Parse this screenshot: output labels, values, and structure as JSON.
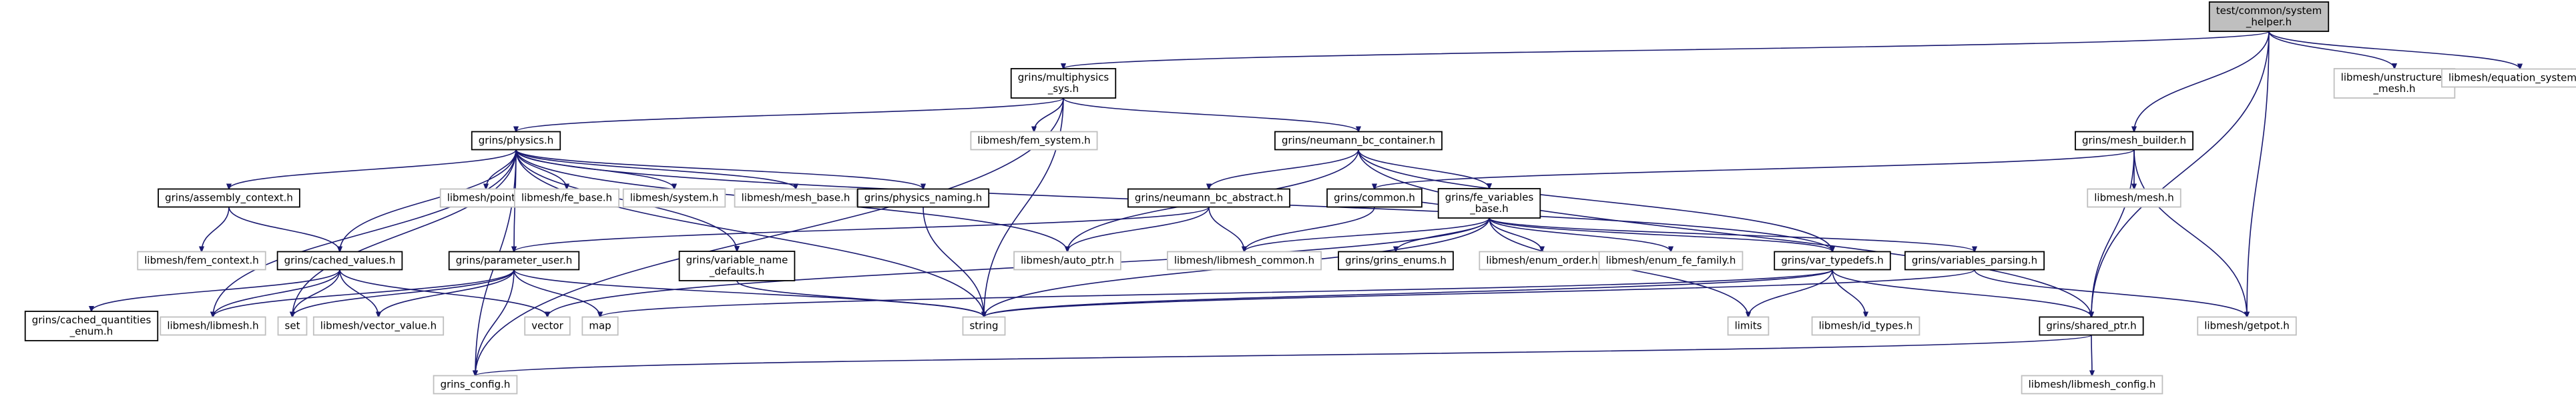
{
  "colors": {
    "background": "#ffffff",
    "root_fill": "#bfbfbf",
    "root_stroke": "#000000",
    "local_stroke": "#000000",
    "external_stroke": "#bfbfbf",
    "edge": "#191970",
    "text_local": "#000000",
    "text_external": "#404040"
  },
  "nodes": [
    {
      "id": "root",
      "kind": "root",
      "lines": [
        "test/common/system",
        "_helper.h"
      ]
    },
    {
      "id": "multiphysics",
      "kind": "local",
      "lines": [
        "grins/multiphysics",
        "_sys.h"
      ]
    },
    {
      "id": "unstructured_mesh",
      "kind": "external",
      "lines": [
        "libmesh/unstructured",
        "_mesh.h"
      ]
    },
    {
      "id": "equation_systems",
      "kind": "external",
      "lines": [
        "libmesh/equation_systems.h"
      ]
    },
    {
      "id": "physics",
      "kind": "local",
      "lines": [
        "grins/physics.h"
      ]
    },
    {
      "id": "fem_system",
      "kind": "external",
      "lines": [
        "libmesh/fem_system.h"
      ]
    },
    {
      "id": "neumann_bc_container",
      "kind": "local",
      "lines": [
        "grins/neumann_bc_container.h"
      ]
    },
    {
      "id": "mesh_builder",
      "kind": "local",
      "lines": [
        "grins/mesh_builder.h"
      ]
    },
    {
      "id": "assembly_context",
      "kind": "local",
      "lines": [
        "grins/assembly_context.h"
      ]
    },
    {
      "id": "point",
      "kind": "external",
      "lines": [
        "libmesh/point.h"
      ]
    },
    {
      "id": "fe_base",
      "kind": "external",
      "lines": [
        "libmesh/fe_base.h"
      ]
    },
    {
      "id": "system",
      "kind": "external",
      "lines": [
        "libmesh/system.h"
      ]
    },
    {
      "id": "mesh_base",
      "kind": "external",
      "lines": [
        "libmesh/mesh_base.h"
      ]
    },
    {
      "id": "physics_naming",
      "kind": "local",
      "lines": [
        "grins/physics_naming.h"
      ]
    },
    {
      "id": "neumann_bc_abstract",
      "kind": "local",
      "lines": [
        "grins/neumann_bc_abstract.h"
      ]
    },
    {
      "id": "common",
      "kind": "local",
      "lines": [
        "grins/common.h"
      ]
    },
    {
      "id": "fe_variables_base",
      "kind": "local",
      "lines": [
        "grins/fe_variables",
        "_base.h"
      ]
    },
    {
      "id": "mesh",
      "kind": "external",
      "lines": [
        "libmesh/mesh.h"
      ]
    },
    {
      "id": "fem_context",
      "kind": "external",
      "lines": [
        "libmesh/fem_context.h"
      ]
    },
    {
      "id": "cached_values",
      "kind": "local",
      "lines": [
        "grins/cached_values.h"
      ]
    },
    {
      "id": "parameter_user",
      "kind": "local",
      "lines": [
        "grins/parameter_user.h"
      ]
    },
    {
      "id": "variable_name_defaults",
      "kind": "local",
      "lines": [
        "grins/variable_name",
        "_defaults.h"
      ]
    },
    {
      "id": "auto_ptr",
      "kind": "external",
      "lines": [
        "libmesh/auto_ptr.h"
      ]
    },
    {
      "id": "libmesh_common",
      "kind": "external",
      "lines": [
        "libmesh/libmesh_common.h"
      ]
    },
    {
      "id": "grins_enums",
      "kind": "local",
      "lines": [
        "grins/grins_enums.h"
      ]
    },
    {
      "id": "enum_order",
      "kind": "external",
      "lines": [
        "libmesh/enum_order.h"
      ]
    },
    {
      "id": "enum_fe_family",
      "kind": "external",
      "lines": [
        "libmesh/enum_fe_family.h"
      ]
    },
    {
      "id": "var_typedefs",
      "kind": "local",
      "lines": [
        "grins/var_typedefs.h"
      ]
    },
    {
      "id": "variables_parsing",
      "kind": "local",
      "lines": [
        "grins/variables_parsing.h"
      ]
    },
    {
      "id": "cached_quantities_enum",
      "kind": "local",
      "lines": [
        "grins/cached_quantities",
        "_enum.h"
      ]
    },
    {
      "id": "libmesh_h",
      "kind": "external",
      "lines": [
        "libmesh/libmesh.h"
      ]
    },
    {
      "id": "set",
      "kind": "external",
      "lines": [
        "set"
      ]
    },
    {
      "id": "vector_value",
      "kind": "external",
      "lines": [
        "libmesh/vector_value.h"
      ]
    },
    {
      "id": "vector",
      "kind": "external",
      "lines": [
        "vector"
      ]
    },
    {
      "id": "map",
      "kind": "external",
      "lines": [
        "map"
      ]
    },
    {
      "id": "string",
      "kind": "external",
      "lines": [
        "string"
      ]
    },
    {
      "id": "limits",
      "kind": "external",
      "lines": [
        "limits"
      ]
    },
    {
      "id": "id_types",
      "kind": "external",
      "lines": [
        "libmesh/id_types.h"
      ]
    },
    {
      "id": "shared_ptr",
      "kind": "local",
      "lines": [
        "grins/shared_ptr.h"
      ]
    },
    {
      "id": "getpot",
      "kind": "external",
      "lines": [
        "libmesh/getpot.h"
      ]
    },
    {
      "id": "grins_config",
      "kind": "external",
      "lines": [
        "grins_config.h"
      ]
    },
    {
      "id": "libmesh_config",
      "kind": "external",
      "lines": [
        "libmesh/libmesh_config.h"
      ]
    }
  ],
  "edges": [
    [
      "root",
      "multiphysics"
    ],
    [
      "root",
      "unstructured_mesh"
    ],
    [
      "root",
      "equation_systems"
    ],
    [
      "root",
      "mesh_builder"
    ],
    [
      "root",
      "shared_ptr"
    ],
    [
      "root",
      "getpot"
    ],
    [
      "multiphysics",
      "physics"
    ],
    [
      "multiphysics",
      "fem_system"
    ],
    [
      "multiphysics",
      "neumann_bc_container"
    ],
    [
      "multiphysics",
      "grins_config"
    ],
    [
      "multiphysics",
      "string"
    ],
    [
      "physics",
      "assembly_context"
    ],
    [
      "physics",
      "point"
    ],
    [
      "physics",
      "fe_base"
    ],
    [
      "physics",
      "system"
    ],
    [
      "physics",
      "mesh_base"
    ],
    [
      "physics",
      "physics_naming"
    ],
    [
      "physics",
      "cached_values"
    ],
    [
      "physics",
      "parameter_user"
    ],
    [
      "physics",
      "variable_name_defaults"
    ],
    [
      "physics",
      "auto_ptr"
    ],
    [
      "physics",
      "var_typedefs"
    ],
    [
      "physics",
      "libmesh_h"
    ],
    [
      "physics",
      "set"
    ],
    [
      "physics",
      "string"
    ],
    [
      "physics",
      "grins_config"
    ],
    [
      "assembly_context",
      "fem_context"
    ],
    [
      "assembly_context",
      "cached_values"
    ],
    [
      "cached_values",
      "cached_quantities_enum"
    ],
    [
      "cached_values",
      "libmesh_h"
    ],
    [
      "cached_values",
      "set"
    ],
    [
      "cached_values",
      "vector_value"
    ],
    [
      "cached_values",
      "vector"
    ],
    [
      "physics_naming",
      "string"
    ],
    [
      "neumann_bc_container",
      "neumann_bc_abstract"
    ],
    [
      "neumann_bc_container",
      "fe_variables_base"
    ],
    [
      "neumann_bc_container",
      "auto_ptr"
    ],
    [
      "neumann_bc_container",
      "var_typedefs"
    ],
    [
      "neumann_bc_container",
      "shared_ptr"
    ],
    [
      "neumann_bc_abstract",
      "parameter_user"
    ],
    [
      "neumann_bc_abstract",
      "auto_ptr"
    ],
    [
      "neumann_bc_abstract",
      "libmesh_common"
    ],
    [
      "parameter_user",
      "libmesh_h"
    ],
    [
      "parameter_user",
      "set"
    ],
    [
      "parameter_user",
      "vector_value"
    ],
    [
      "parameter_user",
      "map"
    ],
    [
      "parameter_user",
      "string"
    ],
    [
      "parameter_user",
      "grins_config"
    ],
    [
      "variable_name_defaults",
      "string"
    ],
    [
      "common",
      "libmesh_common"
    ],
    [
      "fe_variables_base",
      "common"
    ],
    [
      "fe_variables_base",
      "grins_enums"
    ],
    [
      "fe_variables_base",
      "enum_order"
    ],
    [
      "fe_variables_base",
      "enum_fe_family"
    ],
    [
      "fe_variables_base",
      "var_typedefs"
    ],
    [
      "fe_variables_base",
      "variables_parsing"
    ],
    [
      "fe_variables_base",
      "libmesh_common"
    ],
    [
      "fe_variables_base",
      "vector"
    ],
    [
      "fe_variables_base",
      "string"
    ],
    [
      "fe_variables_base",
      "limits"
    ],
    [
      "var_typedefs",
      "id_types"
    ],
    [
      "var_typedefs",
      "limits"
    ],
    [
      "var_typedefs",
      "map"
    ],
    [
      "var_typedefs",
      "string"
    ],
    [
      "var_typedefs",
      "shared_ptr"
    ],
    [
      "variables_parsing",
      "string"
    ],
    [
      "variables_parsing",
      "getpot"
    ],
    [
      "mesh_builder",
      "common"
    ],
    [
      "mesh_builder",
      "mesh"
    ],
    [
      "mesh_builder",
      "getpot"
    ],
    [
      "mesh_builder",
      "shared_ptr"
    ],
    [
      "shared_ptr",
      "grins_config"
    ],
    [
      "shared_ptr",
      "libmesh_config"
    ]
  ]
}
